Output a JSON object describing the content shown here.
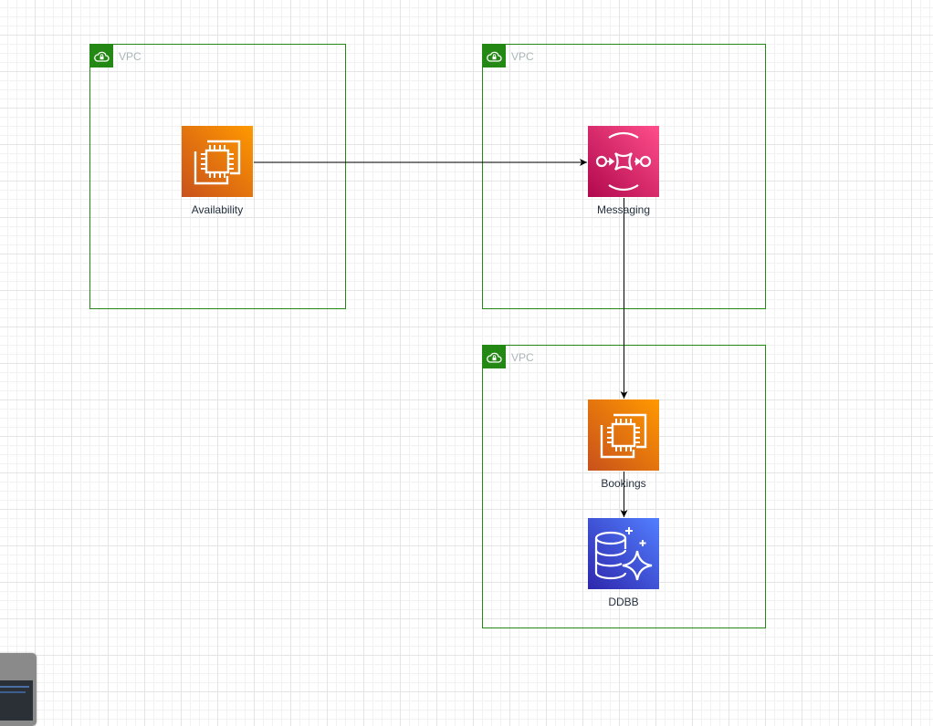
{
  "diagram": {
    "groups": [
      {
        "id": "vpc-1",
        "label": "VPC"
      },
      {
        "id": "vpc-2",
        "label": "VPC"
      },
      {
        "id": "vpc-3",
        "label": "VPC"
      }
    ],
    "nodes": [
      {
        "id": "availability",
        "label": "Availability",
        "icon": "ec2-compute-icon"
      },
      {
        "id": "messaging",
        "label": "Messaging",
        "icon": "sqs-queue-icon"
      },
      {
        "id": "bookings",
        "label": "Bookings",
        "icon": "ec2-compute-icon"
      },
      {
        "id": "ddbb",
        "label": "DDBB",
        "icon": "aurora-database-icon"
      }
    ],
    "edges": [
      {
        "from": "availability",
        "to": "messaging"
      },
      {
        "from": "messaging",
        "to": "bookings"
      },
      {
        "from": "bookings",
        "to": "ddbb"
      }
    ]
  },
  "colors": {
    "vpc_border": "#248814",
    "vpc_label": "#aab7b8",
    "compute": "#ed7100",
    "messaging": "#e7157b",
    "database": "#3b48cc",
    "edge": "#000000",
    "grid": "#e4e4e4"
  }
}
